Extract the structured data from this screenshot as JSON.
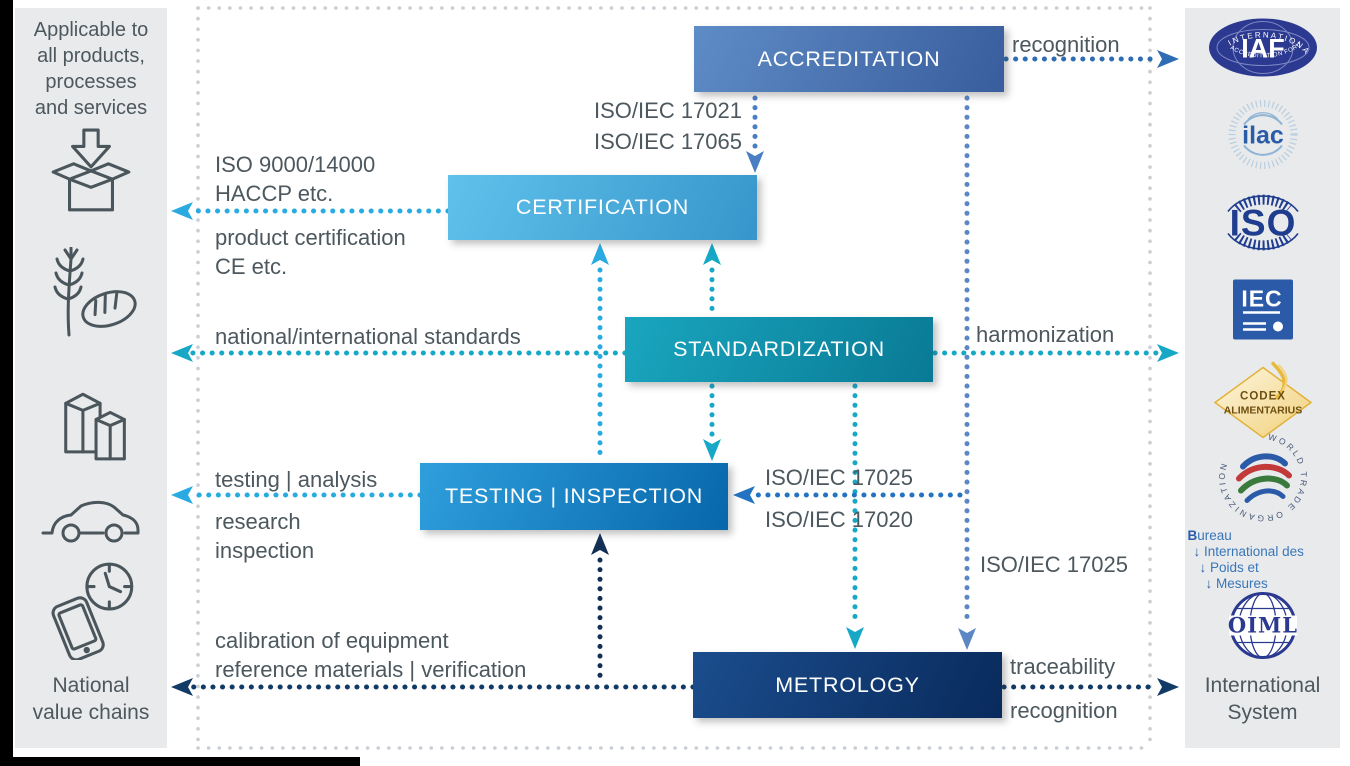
{
  "left_panel": {
    "title": "Applicable to\nall products,\nprocesses\nand services",
    "caption": "National\nvalue chains",
    "icons": [
      "package",
      "wheat-bread",
      "milk-cartons",
      "car",
      "phone-clock"
    ]
  },
  "right_panel": {
    "caption": "International\nSystem",
    "logos": {
      "iaf": {
        "text": "IAF",
        "arc_top": "INTERNATIONAL",
        "arc_bottom": "ACCREDITATION FORUM"
      },
      "ilac": {
        "text": "ilac"
      },
      "iso": {
        "text": "ISO"
      },
      "iec": {
        "text": "IEC"
      },
      "codex": {
        "line1": "CODEX",
        "line2": "ALIMENTARIUS"
      },
      "wto": {
        "arc_text": "WORLD TRADE ORGANIZATION"
      },
      "bipm": {
        "lines": [
          "Bureau",
          "International des",
          "Poids et",
          "Mesures"
        ]
      },
      "oiml": {
        "text": "OIML"
      }
    }
  },
  "boxes": {
    "accreditation": "ACCREDITATION",
    "certification": "CERTIFICATION",
    "standardization": "STANDARDIZATION",
    "testing": "TESTING | INSPECTION",
    "metrology": "METROLOGY"
  },
  "labels": {
    "recognition_top": "recognition",
    "accreditation_to_certification": "ISO/IEC 17021\nISO/IEC 17065",
    "certification_left_top": "ISO 9000/14000\nHACCP etc.",
    "certification_left_bottom": "product certification\nCE etc.",
    "standards_left": "national/international standards",
    "harmonization": "harmonization",
    "testing_left_top": "testing | analysis",
    "testing_left_bottom": "research\ninspection",
    "testing_right_top": "ISO/IEC 17025",
    "testing_right_bottom": "ISO/IEC 17020",
    "accreditation_to_metrology": "ISO/IEC 17025",
    "metrology_left": "calibration of equipment\nreference materials | verification",
    "traceability": "traceability",
    "recognition_bottom": "recognition"
  },
  "colors": {
    "azure": "#29abe2",
    "teal": "#17a8c6",
    "blue": "#4a7ec2",
    "slate_blue": "#5b87c5",
    "medium_blue": "#2e6db4",
    "navy": "#123a66",
    "dark_navy": "#132f54",
    "box_accreditation": "#41679f",
    "box_certification": "#45aadb",
    "box_standardization": "#0f8aa5",
    "box_testing": "#1180bf",
    "box_metrology": "#0f3566",
    "panel_bg": "#e8eaec",
    "text": "#4c585e",
    "border_dots": "#c9cfd5"
  }
}
